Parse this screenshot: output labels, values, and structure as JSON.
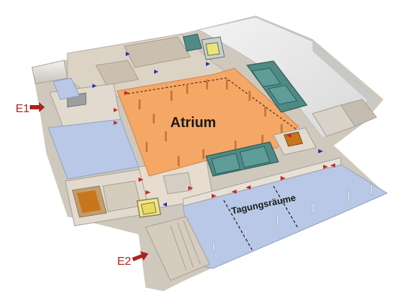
{
  "floorplan": {
    "room_labels": {
      "atrium": "Atrium",
      "conference": "Tagungsräume"
    },
    "entrances": [
      {
        "label": "E1"
      },
      {
        "label": "E2"
      }
    ],
    "colors": {
      "atrium_floor": "#f5a765",
      "conference_floor": "#b8c8e6",
      "corridor_floor": "#ddd3c5",
      "service_block": "#4f8a86",
      "east_wing": "#ececec",
      "entrance_red": "#b0211e",
      "arrow_blue": "#2233bb",
      "label_dark": "#1a1a1a"
    }
  }
}
